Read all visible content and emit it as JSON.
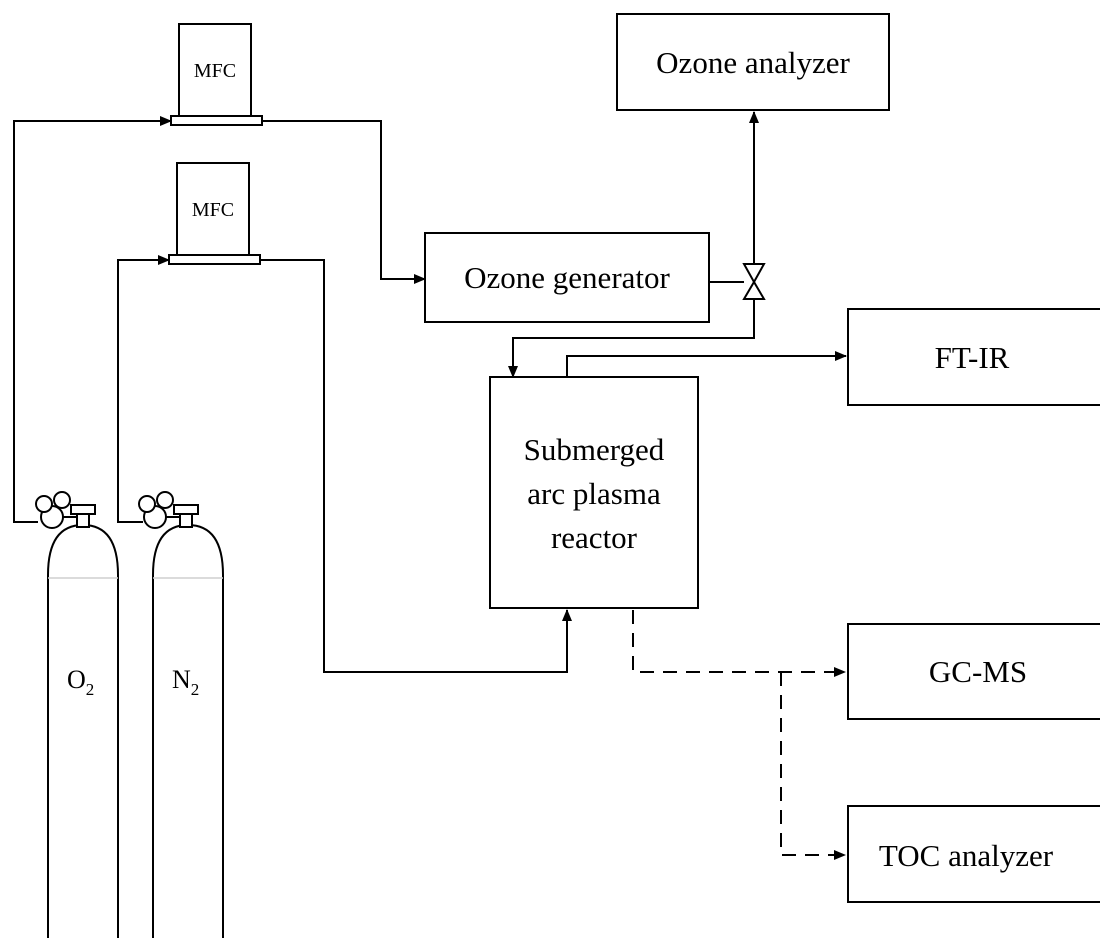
{
  "mfc_top": "MFC",
  "mfc_bottom": "MFC",
  "ozone_generator": "Ozone generator",
  "ozone_analyzer": "Ozone analyzer",
  "ftir": "FT-IR",
  "reactor": {
    "line1": "Submerged",
    "line2": "arc plasma",
    "line3": "reactor"
  },
  "gcms": "GC-MS",
  "toc_analyzer": "TOC analyzer",
  "cylinder_o2": {
    "base": "O",
    "sub": "2"
  },
  "cylinder_n2": {
    "base": "N",
    "sub": "2"
  }
}
